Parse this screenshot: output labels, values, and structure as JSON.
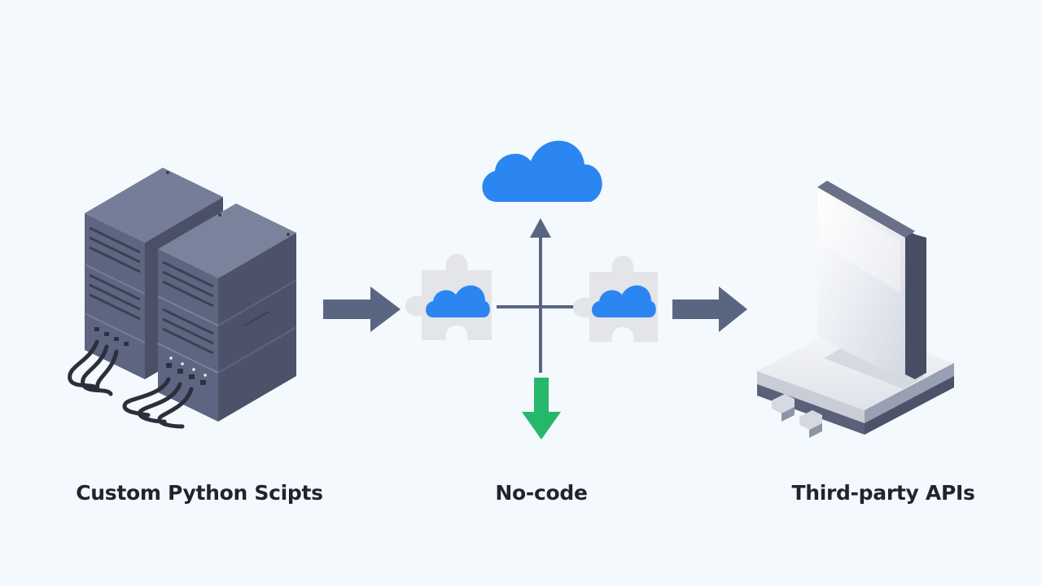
{
  "labels": {
    "left": "Custom Python Scipts",
    "middle": "No-code",
    "right": "Third-party APIs"
  },
  "colors": {
    "background": "#f3f9fc",
    "server_dark": "#4c5268",
    "server_mid": "#5e6580",
    "server_light": "#767d98",
    "arrow": "#5a6582",
    "cloud_blue": "#2b86f2",
    "down_arrow_green": "#25b86a",
    "puzzle": "#e3e5e9",
    "device_light": "#eceef3",
    "label_text": "#1f2430"
  },
  "icons": {
    "left": "server-rack-icon",
    "middle": [
      "cloud-icon",
      "puzzle-cloud-icon",
      "up-arrow-icon",
      "down-arrow-icon"
    ],
    "right": "api-device-icon"
  }
}
